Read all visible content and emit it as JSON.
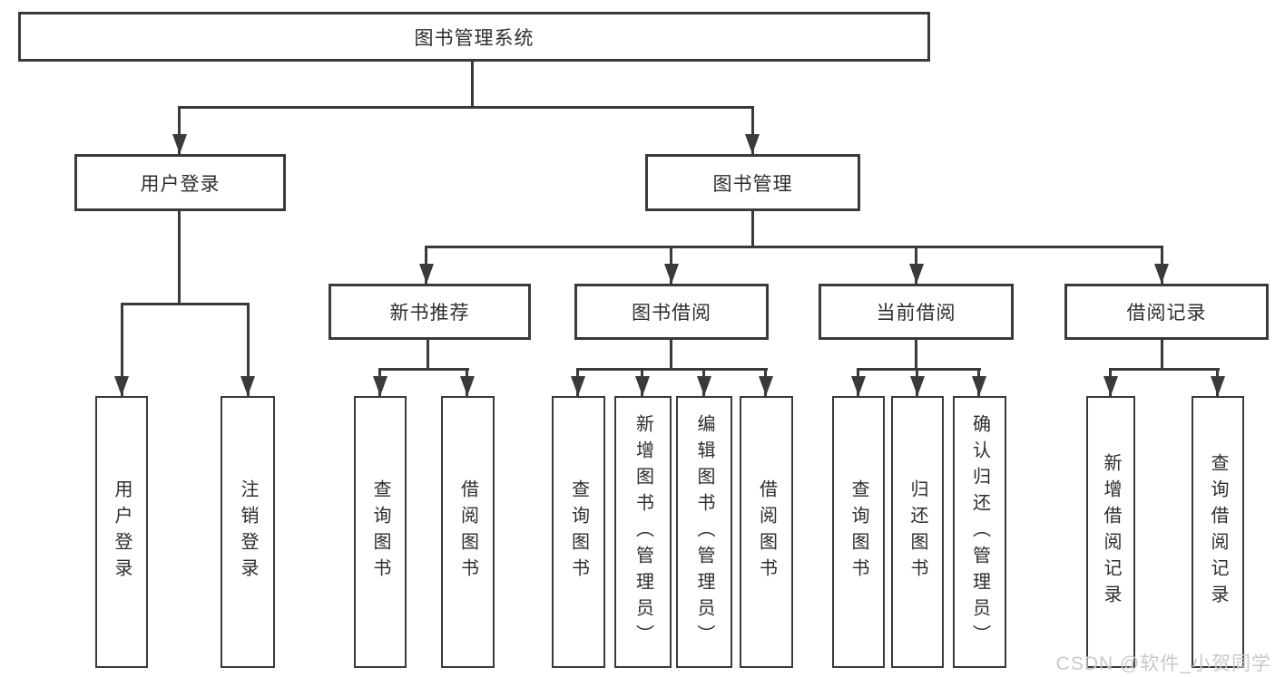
{
  "diagram_title": "图书管理系统",
  "tree": {
    "root": {
      "label": "图书管理系统"
    },
    "branches": [
      {
        "label": "用户登录",
        "children": [
          {
            "label": "用户登录"
          },
          {
            "label": "注销登录"
          }
        ]
      },
      {
        "label": "图书管理",
        "children": [
          {
            "label": "新书推荐",
            "children": [
              {
                "label": "查询图书"
              },
              {
                "label": "借阅图书"
              }
            ]
          },
          {
            "label": "图书借阅",
            "children": [
              {
                "label": "查询图书"
              },
              {
                "label": "新增图书（管理员）"
              },
              {
                "label": "编辑图书（管理员）"
              },
              {
                "label": "借阅图书"
              }
            ]
          },
          {
            "label": "当前借阅",
            "children": [
              {
                "label": "查询图书"
              },
              {
                "label": "归还图书"
              },
              {
                "label": "确认归还（管理员）"
              }
            ]
          },
          {
            "label": "借阅记录",
            "children": [
              {
                "label": "新增借阅记录"
              },
              {
                "label": "查询借阅记录"
              }
            ]
          }
        ]
      }
    ]
  },
  "watermark": {
    "text": "CSDN @软件_小贺同学"
  },
  "colors": {
    "line": "#3a3a3a",
    "text": "#2d2d2d",
    "watermark": "#c9c9c9",
    "background": "#ffffff"
  }
}
